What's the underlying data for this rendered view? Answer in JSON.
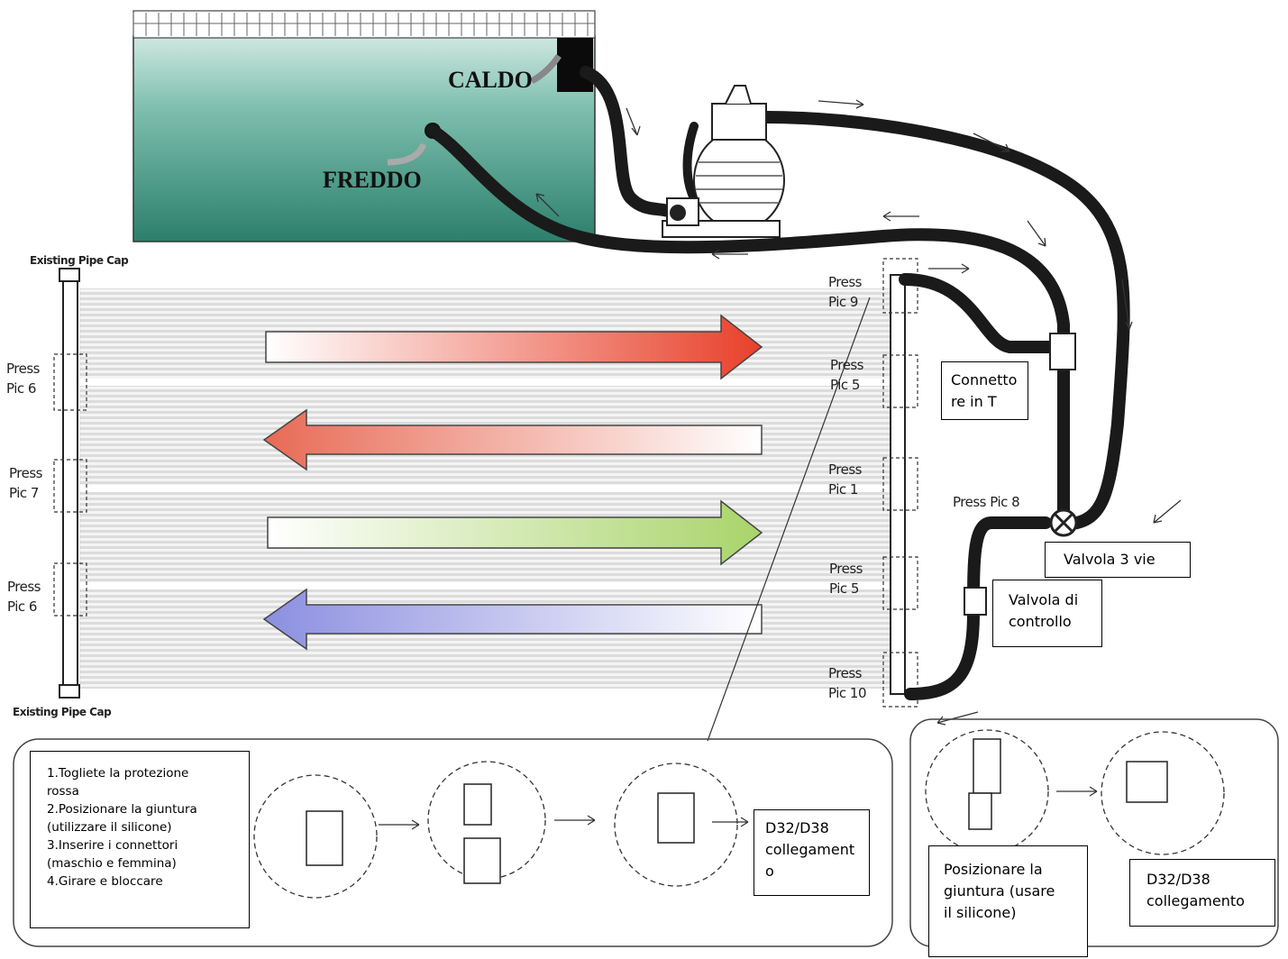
{
  "pool": {
    "hot_label": "CALDO",
    "cold_label": "FREDDO"
  },
  "caps": {
    "top": "Existing Pipe Cap",
    "bottom": "Existing Pipe Cap"
  },
  "left_labels": [
    {
      "line1": "Press",
      "line2": "Pic 6"
    },
    {
      "line1": "Press",
      "line2": "Pic 7"
    },
    {
      "line1": "Press",
      "line2": "Pic 6"
    }
  ],
  "right_labels": [
    {
      "line1": "Press",
      "line2": "Pic 9"
    },
    {
      "line1": "Press",
      "line2": "Pic 5"
    },
    {
      "line1": "Press",
      "line2": "Pic 1"
    },
    {
      "line1": "Press",
      "line2": "Pic 5"
    },
    {
      "line1": "Press",
      "line2": "Pic 10"
    }
  ],
  "press_pic8": "Press Pic 8",
  "callouts": {
    "t_connector": "Connetto\nre in T",
    "three_way_valve": "Valvola 3 vie",
    "check_valve": "Valvola di\ncontrollo",
    "steps": "1.Togliete la protezione\nrossa\n2.Posizionare la giuntura\n(utilizzare il silicone)\n3.Inserire i connettori\n(maschio e femmina)\n4.Girare e bloccare",
    "d32_left": "D32/D38\ncollegament\no",
    "position_joint": "Posizionare    la\ngiuntura  (usare\nil silicone)",
    "d32_right": "D32/D38\ncollegamento"
  },
  "colors": {
    "pool_water": "#3f8f7e",
    "pipe": "#1a1a1a",
    "arrow_red": "#e8402a",
    "arrow_green": "#a9d46a",
    "arrow_blue": "#8c8fe0",
    "panel_stripe": "#e2e2e2"
  }
}
